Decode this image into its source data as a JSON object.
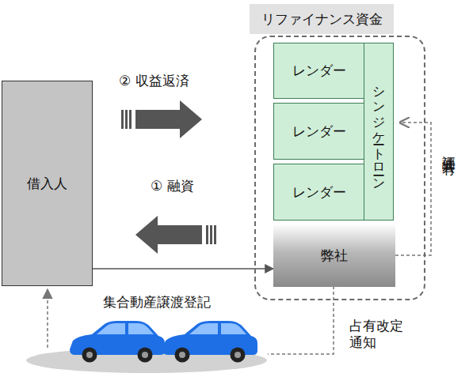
{
  "diagram": {
    "nodes": [
      {
        "text": [
          "借入人"
        ]
      },
      {
        "text": [
          "リファイナンス資金"
        ]
      },
      {
        "text": [
          "レンダー"
        ],
        "in": 1
      },
      {
        "text": [
          "レンダー"
        ],
        "in": 1
      },
      {
        "text": [
          "レンダー"
        ],
        "in": 1
      },
      {
        "text": [
          "シンジケートローン"
        ],
        "in": 1
      },
      {
        "text": [
          "弊社"
        ],
        "in": 1
      }
    ],
    "edges": [
      {
        "from": 0,
        "to": 1,
        "label": "② 収益返済",
        "arrow": "to"
      },
      {
        "from": 1,
        "to": 0,
        "label": "① 融資",
        "arrow": "to"
      },
      {
        "from": 0,
        "to": 6,
        "label": "集合動産譲渡登記",
        "arrow": "to"
      },
      {
        "from": 6,
        "to": 5,
        "label": "評価共有",
        "arrow": "to"
      }
    ],
    "labels": [
      "占有改定 通知"
    ]
  }
}
